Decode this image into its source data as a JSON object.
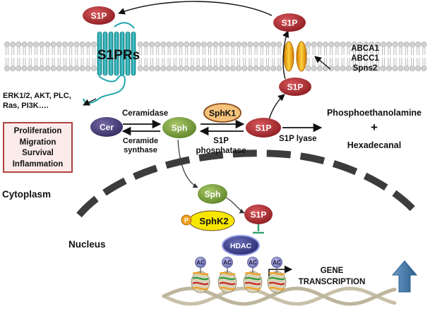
{
  "colors": {
    "s1p": "#a8282c",
    "sph": "#7da23a",
    "cer": "#4a3f7a",
    "hdac": "#3a3d88",
    "sphk1": "#f4c27a",
    "sphk2": "#f7e600",
    "membrane_head": "#c8c8c8",
    "receptor": "#1fa6ad",
    "transporter": "#f0a020",
    "box_border": "#b0413e",
    "box_fill": "#fbeceb",
    "arrow_up": "#4a7aa8"
  },
  "membrane": {
    "receptor_label": "S1PRs",
    "transporters": [
      "ABCA1",
      "ABCC1",
      "Spns2"
    ]
  },
  "nodes": {
    "s1p_top_left": "S1P",
    "s1p_top_right": "S1P",
    "s1p_under_membrane": "S1P",
    "cer": "Cer",
    "sph": "Sph",
    "sphk1": "SphK1",
    "s1p_center": "S1P",
    "sph_nucleus": "Sph",
    "sphk2": "SphK2",
    "phospho_marker": "P",
    "s1p_nucleus": "S1P",
    "hdac": "HDAC",
    "ac_labels": [
      "AC",
      "AC",
      "AC",
      "AC"
    ]
  },
  "labels": {
    "signaling": "ERK1/2, AKT, PLC,\nRas, PI3K….",
    "ceramidase": "Ceramidase",
    "ceramide_synthase": "Ceramide\nsynthase",
    "s1p_phosphatase": "S1P\nphosphatase",
    "s1p_lyase": "S1P lyase",
    "phosphoethanolamine": "Phosphoethanolamine",
    "plus": "+",
    "hexadecanal": "Hexadecanal",
    "cytoplasm": "Cytoplasm",
    "nucleus": "Nucleus",
    "gene_transcription": "GENE\nTRANSCRIPTION"
  },
  "outcomes": [
    "Proliferation",
    "Migration",
    "Survival",
    "Inflammation"
  ]
}
